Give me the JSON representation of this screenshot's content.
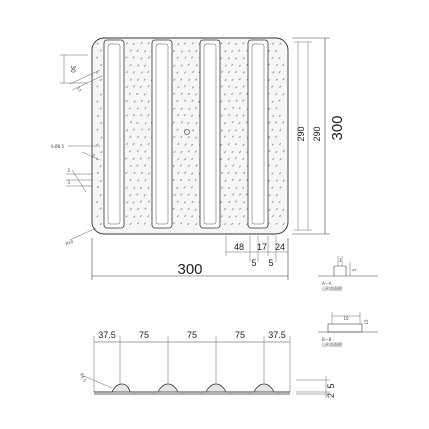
{
  "plan": {
    "width_label": "300",
    "height_label": "300",
    "inner_height_a": "290",
    "inner_height_b": "290",
    "gap_48": "48",
    "gap_17": "17",
    "gap_24": "24",
    "gap_5a": "5",
    "gap_5b": "5",
    "corner_top": "30",
    "corner_angle": "15",
    "hole_label": "4-Ø8.5",
    "hole_sub": "5",
    "step_a": "2",
    "step_b": "3",
    "radius": "R10"
  },
  "section_aa": {
    "title": "A—A",
    "subtitle": "山形剖面图",
    "dim_a": "3",
    "dim_b": "5"
  },
  "section_bb": {
    "title": "B—B",
    "subtitle": "山形剖面图",
    "dim_a": "10",
    "dim_b": "15"
  },
  "elevation": {
    "seg1": "37.5",
    "seg2": "75",
    "seg3": "75",
    "seg4": "75",
    "seg5": "37.5",
    "radius": "R6.5",
    "right_a": "2",
    "right_b": "5"
  },
  "colors": {
    "line": "#333333",
    "texture": "#9a9a9a"
  }
}
